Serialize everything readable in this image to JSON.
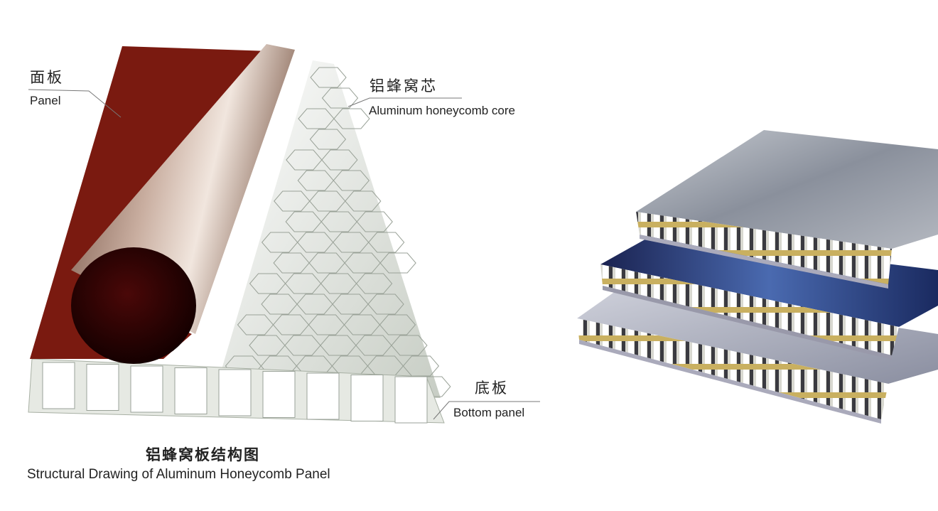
{
  "labels": {
    "panel_cn": "面板",
    "panel_en": "Panel",
    "core_cn": "铝蜂窝芯",
    "core_en": "Aluminum honeycomb core",
    "bottom_cn": "底板",
    "bottom_en": "Bottom panel"
  },
  "caption": {
    "title_cn": "铝蜂窝板结构图",
    "title_en": "Structural Drawing of Aluminum Honeycomb Panel"
  },
  "colors": {
    "panel_red": "#7a1a10",
    "roll_metal": "#b59a8a",
    "core_white": "#f2f4f0",
    "core_shadow": "#a8b0a4",
    "sheet_silver": "#9aa0aa",
    "sheet_blue": "#2a3a7a",
    "adhesive_yellow": "#c9b060"
  }
}
